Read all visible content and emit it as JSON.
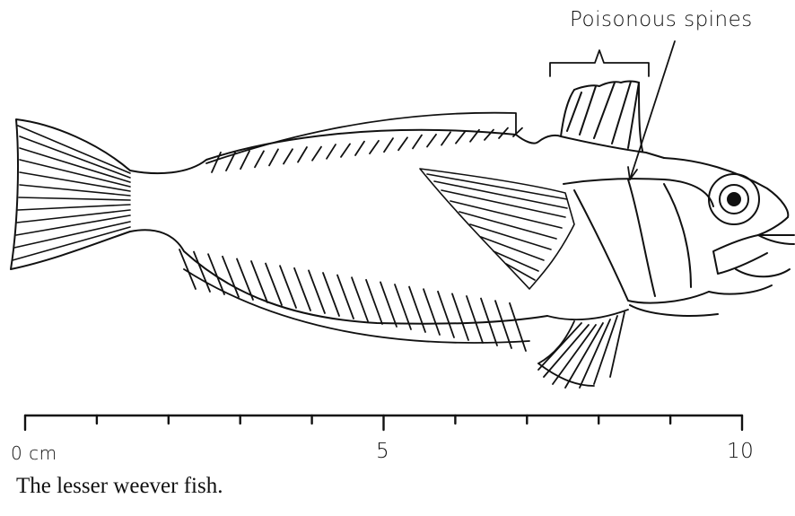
{
  "annotation": {
    "text": "Poisonous spines"
  },
  "scale": {
    "unit_label": "0 cm",
    "labels": [
      "0 cm",
      "5",
      "10"
    ],
    "min": 0,
    "max": 10,
    "major_ticks": [
      0,
      5,
      10
    ],
    "minor_ticks": [
      1,
      2,
      3,
      4,
      6,
      7,
      8,
      9
    ]
  },
  "caption": {
    "text": "The lesser weever fish."
  },
  "colors": {
    "ink": "#111111",
    "background": "#ffffff"
  }
}
